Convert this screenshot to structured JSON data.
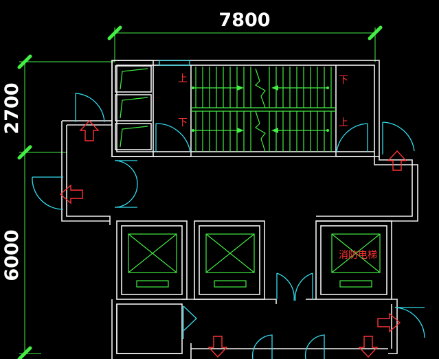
{
  "dimensions": {
    "top_width": "7800",
    "left_upper": "2700",
    "left_lower": "6000"
  },
  "stair_labels": {
    "up_left": "上",
    "down_right": "下",
    "down_left": "下",
    "up_right": "上"
  },
  "elevator_label": "消防电梯",
  "colors": {
    "background": "#000000",
    "walls": "#f0f0f0",
    "dimensions": "#44ee44",
    "doors": "#33ddee",
    "annotations": "#ff3333"
  }
}
